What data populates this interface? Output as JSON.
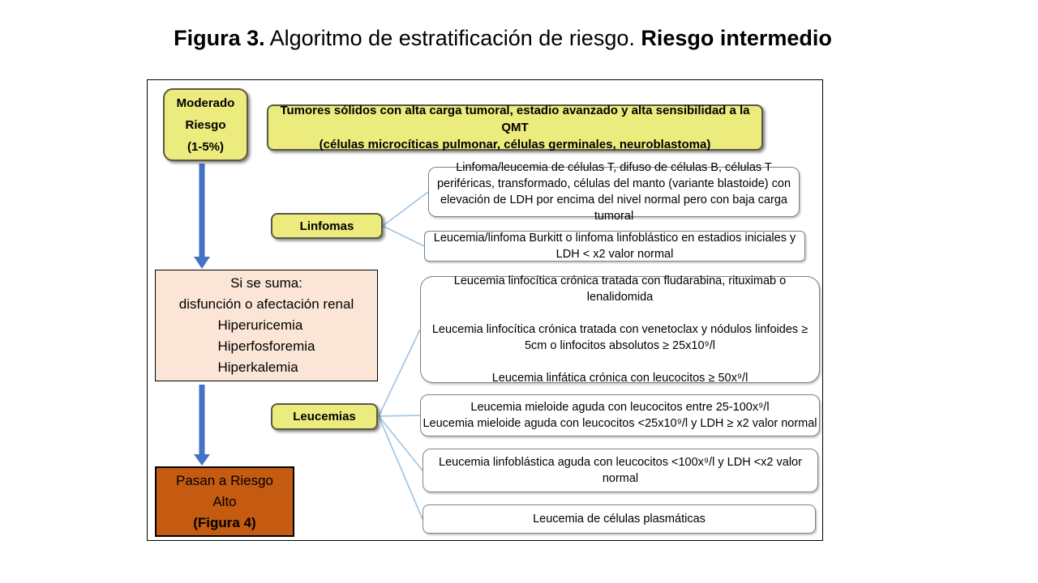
{
  "title": {
    "prefix": "Figura 3.",
    "middle": " Algoritmo de estratificación de riesgo. ",
    "suffix": "Riesgo intermedio"
  },
  "colors": {
    "yellow_fill": "#ECEB7D",
    "yellow_border": "#595941",
    "pink_fill": "#FBE5D6",
    "orange_fill": "#C55A11",
    "arrow_blue": "#4472C4",
    "connector_blue": "#9DC3E6",
    "white_box_border": "#808080",
    "frame_border": "#000000"
  },
  "diagram": {
    "moderado": {
      "lines": [
        "Moderado",
        "Riesgo",
        "(1-5%)"
      ]
    },
    "tumores": {
      "lines": [
        "Tumores sólidos con alta carga tumoral, estadio avanzado y alta sensibilidad a la QMT",
        "(células microcíticas pulmonar, células germinales, neuroblastoma)"
      ]
    },
    "linfomas_label": "Linfomas",
    "leucemias_label": "Leucemias",
    "linfoma_box1": "Linfoma/leucemia de células T, difuso de células B, células T periféricas, transformado, células del manto (variante blastoide) con elevación de LDH por encima del nivel normal pero con baja carga tumoral",
    "linfoma_box2": "Leucemia/linfoma Burkitt o linfoma linfoblástico en estadios iniciales y LDH < x2 valor normal",
    "si_se_suma": {
      "lines": [
        "Si se suma:",
        "disfunción o afectación renal"
      ],
      "items": [
        "Hiperuricemia",
        "Hiperfosforemia",
        "Hiperkalemia"
      ]
    },
    "llc_box": {
      "paragraphs": [
        "Leucemia linfocítica crónica tratada con fludarabina, rituximab o lenalidomida",
        "Leucemia linfocítica crónica tratada con venetoclax y nódulos linfoides ≥ 5cm o linfocitos absolutos ≥ 25x10⁹/l",
        "Leucemia linfática crónica con leucocitos ≥ 50x⁹/l"
      ]
    },
    "lma_box": {
      "lines": [
        "Leucemia mieloide aguda con leucocitos entre 25-100x⁹/l",
        "Leucemia mieloide aguda con leucocitos <25x10⁹/l y LDH ≥ x2 valor normal"
      ]
    },
    "lla_box": "Leucemia linfoblástica aguda con leucocitos <100x⁹/l y LDH <x2 valor normal",
    "plasmaticas_box": "Leucemia de células plasmáticas",
    "pasan": {
      "lines": [
        "Pasan a Riesgo",
        "Alto"
      ],
      "bold_line": "(Figura 4)"
    }
  }
}
